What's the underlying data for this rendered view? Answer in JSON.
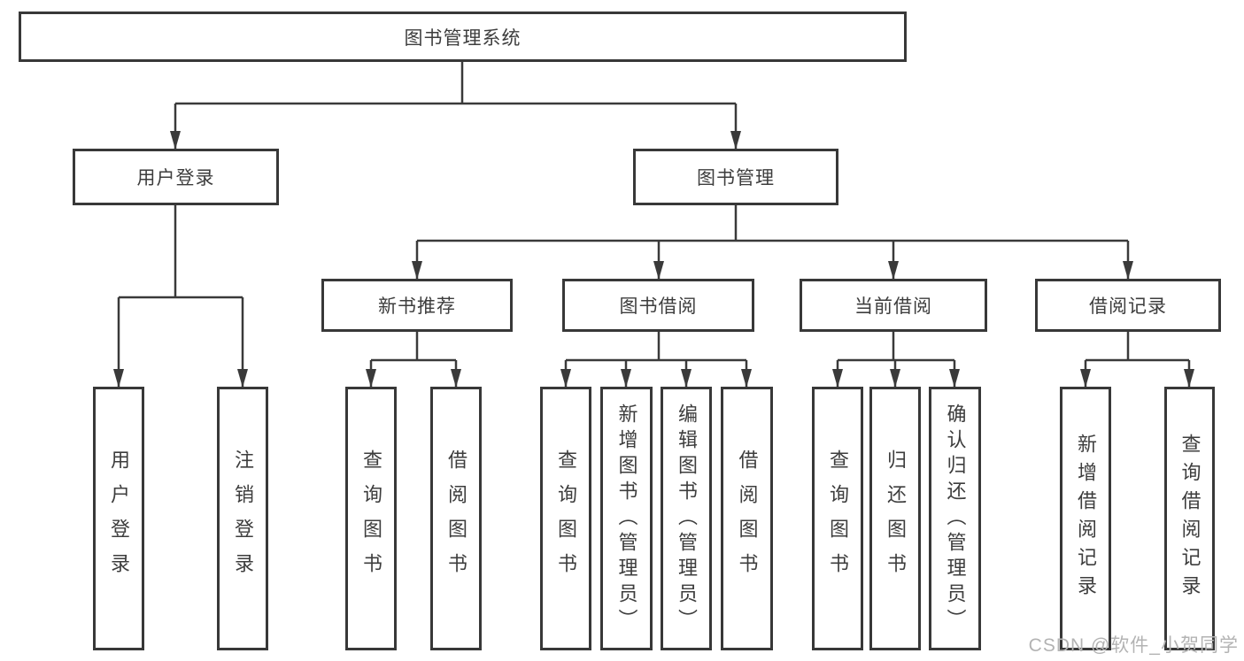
{
  "tree": {
    "label": "图书管理系统",
    "children": [
      {
        "label": "用户登录",
        "children": [
          {
            "label": "用户登录"
          },
          {
            "label": "注销登录"
          }
        ]
      },
      {
        "label": "图书管理",
        "children": [
          {
            "label": "新书推荐",
            "children": [
              {
                "label": "查询图书"
              },
              {
                "label": "借阅图书"
              }
            ]
          },
          {
            "label": "图书借阅",
            "children": [
              {
                "label": "查询图书"
              },
              {
                "label": "新增图书（管理员）"
              },
              {
                "label": "编辑图书（管理员）"
              },
              {
                "label": "借阅图书"
              }
            ]
          },
          {
            "label": "当前借阅",
            "children": [
              {
                "label": "查询图书"
              },
              {
                "label": "归还图书"
              },
              {
                "label": "确认归还（管理员）"
              }
            ]
          },
          {
            "label": "借阅记录",
            "children": [
              {
                "label": "新增借阅记录"
              },
              {
                "label": "查询借阅记录"
              }
            ]
          }
        ]
      }
    ]
  },
  "watermark": {
    "text": "CSDN @软件_小贺同学"
  },
  "colors": {
    "line": "#3a3a3a",
    "border": "#383838",
    "text": "#3d3d3d",
    "background": "#ffffff",
    "watermark": "#b3b3b3"
  }
}
